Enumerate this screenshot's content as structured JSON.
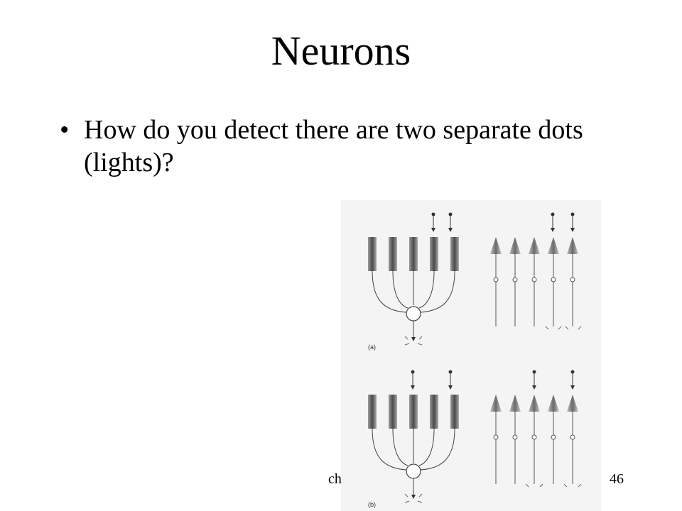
{
  "slide": {
    "title": "Neurons",
    "bullets": [
      {
        "text": "How do you detect there are two separate dots (lights)?"
      }
    ],
    "footer_left": "ch",
    "slide_number": "46"
  },
  "figure": {
    "panels": [
      {
        "label": "(a)"
      },
      {
        "label": "(b)"
      }
    ]
  }
}
